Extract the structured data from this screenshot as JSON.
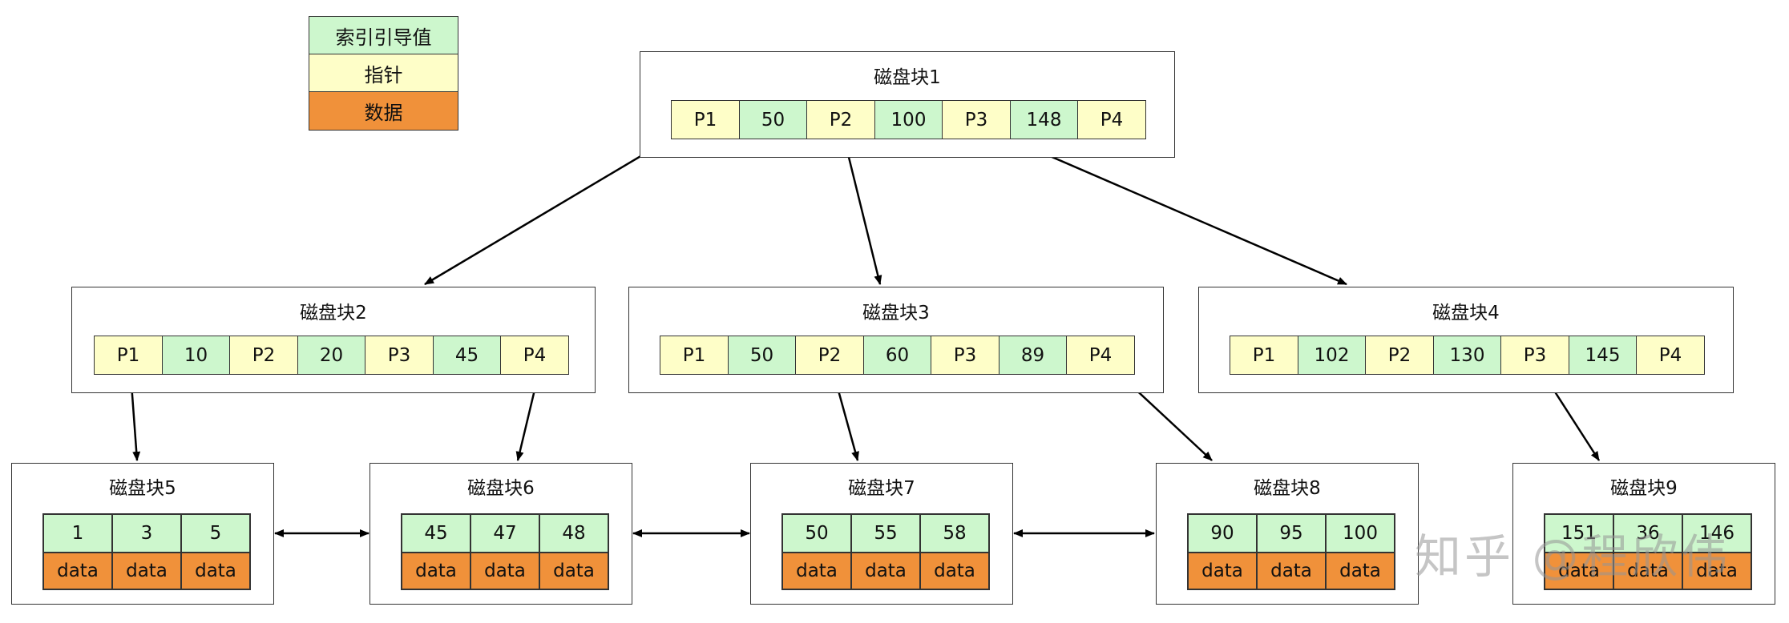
{
  "legend": {
    "key_label": "索引引导值",
    "pointer_label": "指针",
    "data_label": "数据"
  },
  "colors": {
    "key": "#cdf7cd",
    "pointer": "#fefec8",
    "data": "#f0913a"
  },
  "root": {
    "title": "磁盘块1",
    "cells": [
      "P1",
      "50",
      "P2",
      "100",
      "P3",
      "148",
      "P4"
    ]
  },
  "internal": [
    {
      "title": "磁盘块2",
      "cells": [
        "P1",
        "10",
        "P2",
        "20",
        "P3",
        "45",
        "P4"
      ]
    },
    {
      "title": "磁盘块3",
      "cells": [
        "P1",
        "50",
        "P2",
        "60",
        "P3",
        "89",
        "P4"
      ]
    },
    {
      "title": "磁盘块4",
      "cells": [
        "P1",
        "102",
        "P2",
        "130",
        "P3",
        "145",
        "P4"
      ]
    }
  ],
  "leaves": [
    {
      "title": "磁盘块5",
      "keys": [
        "1",
        "3",
        "5"
      ],
      "data": [
        "data",
        "data",
        "data"
      ]
    },
    {
      "title": "磁盘块6",
      "keys": [
        "45",
        "47",
        "48"
      ],
      "data": [
        "data",
        "data",
        "data"
      ]
    },
    {
      "title": "磁盘块7",
      "keys": [
        "50",
        "55",
        "58"
      ],
      "data": [
        "data",
        "data",
        "data"
      ]
    },
    {
      "title": "磁盘块8",
      "keys": [
        "90",
        "95",
        "100"
      ],
      "data": [
        "data",
        "data",
        "data"
      ]
    },
    {
      "title": "磁盘块9",
      "keys": [
        "151",
        "36",
        "146"
      ],
      "data": [
        "data",
        "data",
        "data"
      ]
    }
  ],
  "watermark": "知乎 @程欣伟"
}
